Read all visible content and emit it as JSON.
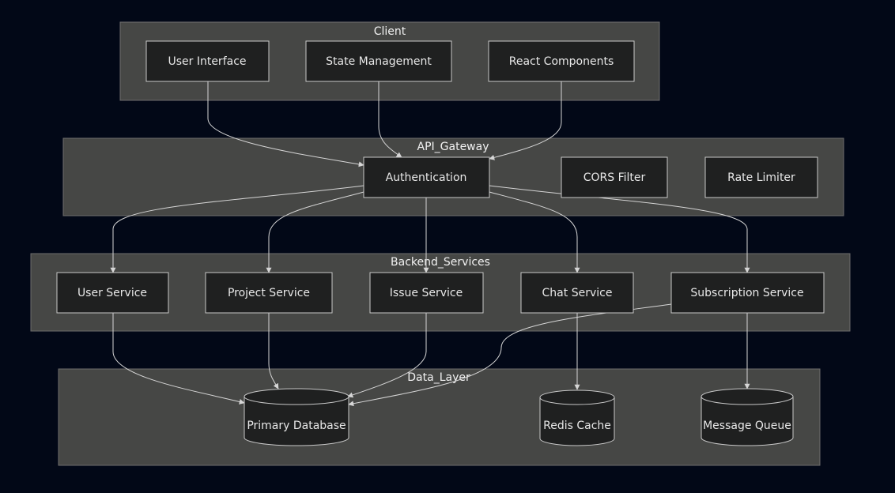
{
  "colors": {
    "background": "#020817",
    "cluster_fill": "#464745",
    "node_fill": "#1f2020",
    "node_stroke": "#c8c8c8",
    "edge": "#d6d6d6",
    "text": "#e8e8e8"
  },
  "clusters": {
    "client": "Client",
    "api_gateway": "API_Gateway",
    "backend_services": "Backend_Services",
    "data_layer": "Data_Layer"
  },
  "nodes": {
    "user_interface": "User Interface",
    "state_management": "State Management",
    "react_components": "React Components",
    "authentication": "Authentication",
    "cors_filter": "CORS Filter",
    "rate_limiter": "Rate Limiter",
    "user_service": "User Service",
    "project_service": "Project Service",
    "issue_service": "Issue Service",
    "chat_service": "Chat Service",
    "subscription_service": "Subscription Service",
    "primary_database": "Primary Database",
    "redis_cache": "Redis Cache",
    "message_queue": "Message Queue"
  },
  "edges": [
    {
      "from": "user_interface",
      "to": "authentication"
    },
    {
      "from": "state_management",
      "to": "authentication"
    },
    {
      "from": "react_components",
      "to": "authentication"
    },
    {
      "from": "authentication",
      "to": "user_service"
    },
    {
      "from": "authentication",
      "to": "project_service"
    },
    {
      "from": "authentication",
      "to": "issue_service"
    },
    {
      "from": "authentication",
      "to": "chat_service"
    },
    {
      "from": "authentication",
      "to": "subscription_service"
    },
    {
      "from": "user_service",
      "to": "primary_database"
    },
    {
      "from": "project_service",
      "to": "primary_database"
    },
    {
      "from": "issue_service",
      "to": "primary_database"
    },
    {
      "from": "subscription_service",
      "to": "primary_database"
    },
    {
      "from": "chat_service",
      "to": "redis_cache"
    },
    {
      "from": "subscription_service",
      "to": "message_queue"
    }
  ]
}
